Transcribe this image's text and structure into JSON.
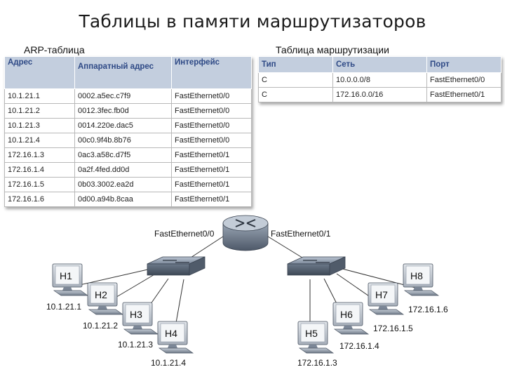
{
  "title": "Таблицы в памяти маршрутизаторов",
  "arp": {
    "caption": "ARP-таблица",
    "headers": [
      "Адрес",
      "Аппаратный адрес",
      "Интерфейс"
    ],
    "rows": [
      [
        "10.1.21.1",
        "0002.a5ec.c7f9",
        "FastEthernet0/0"
      ],
      [
        "10.1.21.2",
        "0012.3fec.fb0d",
        "FastEthernet0/0"
      ],
      [
        "10.1.21.3",
        "0014.220e.dac5",
        "FastEthernet0/0"
      ],
      [
        "10.1.21.4",
        "00c0.9f4b.8b76",
        "FastEthernet0/0"
      ],
      [
        "172.16.1.3",
        "0ac3.a58c.d7f5",
        "FastEthernet0/1"
      ],
      [
        "172.16.1.4",
        "0a2f.4fed.dd0d",
        "FastEthernet0/1"
      ],
      [
        "172.16.1.5",
        "0b03.3002.ea2d",
        "FastEthernet0/1"
      ],
      [
        "172.16.1.6",
        "0d00.a94b.8caa",
        "FastEthernet0/1"
      ]
    ]
  },
  "routing": {
    "caption": "Таблица маршрутизации",
    "headers": [
      "Тип",
      "Сеть",
      "Порт"
    ],
    "rows": [
      [
        "C",
        "10.0.0.0/8",
        "FastEthernet0/0"
      ],
      [
        "C",
        "172.16.0.0/16",
        "FastEthernet0/1"
      ]
    ]
  },
  "router_ports": {
    "left": "FastEthernet0/0",
    "right": "FastEthernet0/1"
  },
  "hosts": [
    {
      "name": "H1",
      "ip": "10.1.21.1"
    },
    {
      "name": "H2",
      "ip": "10.1.21.2"
    },
    {
      "name": "H3",
      "ip": "10.1.21.3"
    },
    {
      "name": "H4",
      "ip": "10.1.21.4"
    },
    {
      "name": "H5",
      "ip": "172.16.1.3"
    },
    {
      "name": "H6",
      "ip": "172.16.1.4"
    },
    {
      "name": "H7",
      "ip": "172.16.1.5"
    },
    {
      "name": "H8",
      "ip": "172.16.1.6"
    }
  ]
}
